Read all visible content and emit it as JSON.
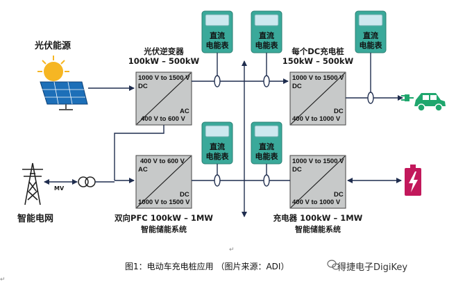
{
  "colors": {
    "meter_body": "#3aa99a",
    "meter_screen": "#cde8ef",
    "converter_fill": "#c7c9c9",
    "line": "#1f2d4e",
    "car": "#1fa66d",
    "battery": "#c2185b",
    "sun": "#f6b623",
    "panel": "#1d6fb8"
  },
  "labels": {
    "solar": "光伏能源",
    "grid": "智能电网",
    "mv": "MV",
    "inverter_title": "光伏逆变器",
    "inverter_power": "100kW – 500kW",
    "charger_each_title": "每个DC充电桩",
    "charger_each_power": "150kW – 500kW",
    "pfc_title": "双向PFC 100kW – 1MW",
    "pfc_sub": "智能储能系统",
    "charger_title": "充电器 100kW – 1MW",
    "charger_sub": "智能储能系统"
  },
  "converters": {
    "inverter": {
      "top": "1000 V to 1500 V",
      "top2": "DC",
      "bottom_tag": "AC",
      "bottom": "400 V to 600 V"
    },
    "dc_charger": {
      "top": "1000 V to 1500 V",
      "top2": "DC",
      "bottom_tag": "DC",
      "bottom": "400 V to 1000 V"
    },
    "pfc": {
      "top": "400 V to 600 V",
      "top2": "AC",
      "bottom_tag": "DC",
      "bottom": "1000 V to 1500 V"
    },
    "charger": {
      "top": "1000 V to 1500 V",
      "top2": "DC",
      "bottom_tag": "DC",
      "bottom": "400 V to 1000 V"
    }
  },
  "meters": {
    "line1": "直流",
    "line2": "电能表"
  },
  "icons": {
    "solar": "solar-panel-sun-icon",
    "tower": "transmission-tower-icon",
    "transformer": "transformer-icon",
    "car": "electric-car-icon",
    "plug": "plug-icon",
    "battery": "battery-charging-icon",
    "wechat": "wechat-icon"
  },
  "caption": "图1：电动车充电桩应用 （图片来源：ADI）",
  "watermark": "得捷电子DigiKey",
  "return_mark": "↵"
}
